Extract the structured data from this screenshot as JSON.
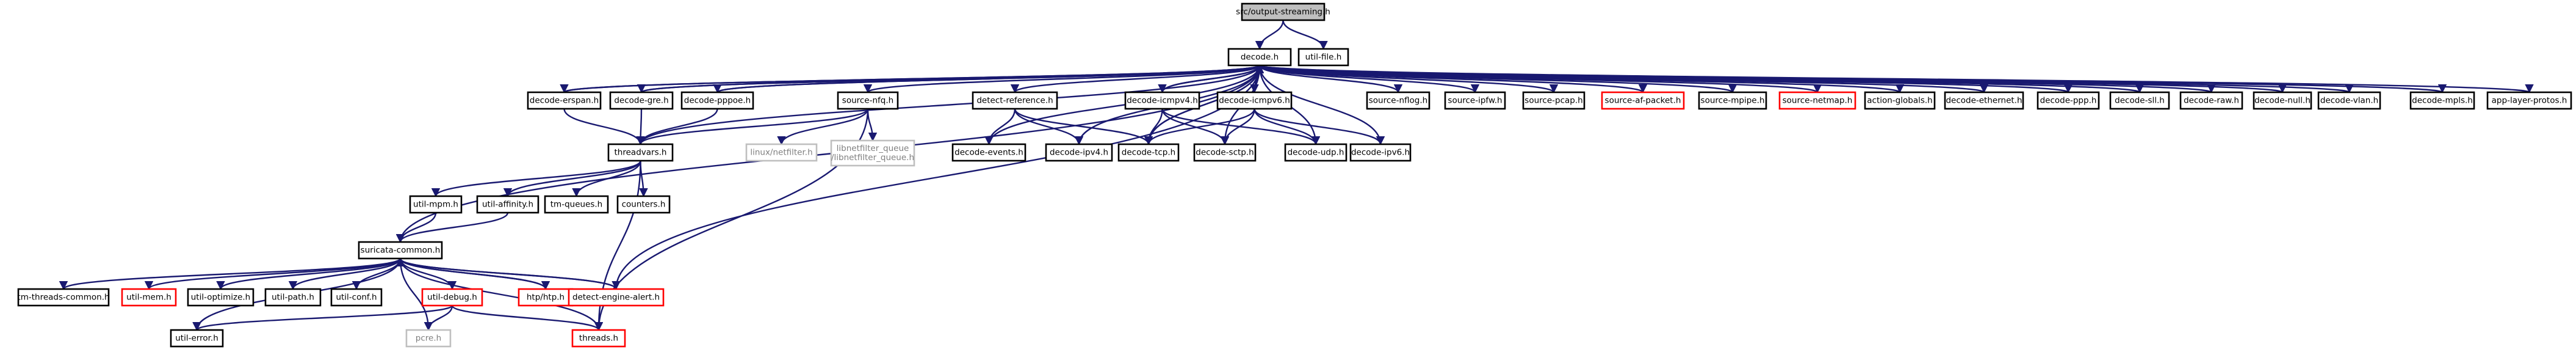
{
  "colors": {
    "edge": "#191970",
    "node_border": "#000000",
    "missing_border": "#ff0000",
    "external_border": "#bfbfbf",
    "external_text": "#7f7f7f",
    "root_fill": "#bfbfbf",
    "node_fill": "#ffffff",
    "text": "#000000"
  },
  "nodes": [
    {
      "id": "root",
      "label": "src/output-streaming.h",
      "kind": "root"
    },
    {
      "id": "decode",
      "label": "decode.h",
      "kind": "normal"
    },
    {
      "id": "utilfile",
      "label": "util-file.h",
      "kind": "normal"
    },
    {
      "id": "erspan",
      "label": "decode-erspan.h",
      "kind": "normal"
    },
    {
      "id": "gre",
      "label": "decode-gre.h",
      "kind": "normal"
    },
    {
      "id": "pppoe",
      "label": "decode-pppoe.h",
      "kind": "normal"
    },
    {
      "id": "nfq",
      "label": "source-nfq.h",
      "kind": "normal"
    },
    {
      "id": "detref",
      "label": "detect-reference.h",
      "kind": "normal"
    },
    {
      "id": "icmpv4",
      "label": "decode-icmpv4.h",
      "kind": "normal"
    },
    {
      "id": "icmpv6",
      "label": "decode-icmpv6.h",
      "kind": "normal"
    },
    {
      "id": "nflog",
      "label": "source-nflog.h",
      "kind": "normal"
    },
    {
      "id": "ipfw",
      "label": "source-ipfw.h",
      "kind": "normal"
    },
    {
      "id": "pcap",
      "label": "source-pcap.h",
      "kind": "normal"
    },
    {
      "id": "afpacket",
      "label": "source-af-packet.h",
      "kind": "missing"
    },
    {
      "id": "mpipe",
      "label": "source-mpipe.h",
      "kind": "normal"
    },
    {
      "id": "netmap",
      "label": "source-netmap.h",
      "kind": "missing"
    },
    {
      "id": "actglob",
      "label": "action-globals.h",
      "kind": "normal"
    },
    {
      "id": "ethernet",
      "label": "decode-ethernet.h",
      "kind": "normal"
    },
    {
      "id": "ppp",
      "label": "decode-ppp.h",
      "kind": "normal"
    },
    {
      "id": "sll",
      "label": "decode-sll.h",
      "kind": "normal"
    },
    {
      "id": "raw",
      "label": "decode-raw.h",
      "kind": "normal"
    },
    {
      "id": "null",
      "label": "decode-null.h",
      "kind": "normal"
    },
    {
      "id": "vlan",
      "label": "decode-vlan.h",
      "kind": "normal"
    },
    {
      "id": "mpls",
      "label": "decode-mpls.h",
      "kind": "normal"
    },
    {
      "id": "applayer",
      "label": "app-layer-protos.h",
      "kind": "normal"
    },
    {
      "id": "threadvars",
      "label": "threadvars.h",
      "kind": "normal"
    },
    {
      "id": "linuxnf",
      "label": "linux/netfilter.h",
      "kind": "external"
    },
    {
      "id": "libnf",
      "label": "libnetfilter_queue\n/libnetfilter_queue.h",
      "kind": "external"
    },
    {
      "id": "devents",
      "label": "decode-events.h",
      "kind": "normal"
    },
    {
      "id": "ipv4",
      "label": "decode-ipv4.h",
      "kind": "normal"
    },
    {
      "id": "tcp",
      "label": "decode-tcp.h",
      "kind": "normal"
    },
    {
      "id": "sctp",
      "label": "decode-sctp.h",
      "kind": "normal"
    },
    {
      "id": "udp",
      "label": "decode-udp.h",
      "kind": "normal"
    },
    {
      "id": "ipv6",
      "label": "decode-ipv6.h",
      "kind": "normal"
    },
    {
      "id": "utilmpm",
      "label": "util-mpm.h",
      "kind": "normal"
    },
    {
      "id": "utilaff",
      "label": "util-affinity.h",
      "kind": "normal"
    },
    {
      "id": "tmqueues",
      "label": "tm-queues.h",
      "kind": "normal"
    },
    {
      "id": "counters",
      "label": "counters.h",
      "kind": "normal"
    },
    {
      "id": "suricata",
      "label": "suricata-common.h",
      "kind": "normal"
    },
    {
      "id": "tmthreads",
      "label": "tm-threads-common.h",
      "kind": "normal"
    },
    {
      "id": "utilmem",
      "label": "util-mem.h",
      "kind": "missing"
    },
    {
      "id": "utilopt",
      "label": "util-optimize.h",
      "kind": "normal"
    },
    {
      "id": "utilpath",
      "label": "util-path.h",
      "kind": "normal"
    },
    {
      "id": "utilconf",
      "label": "util-conf.h",
      "kind": "normal"
    },
    {
      "id": "utildebug",
      "label": "util-debug.h",
      "kind": "missing"
    },
    {
      "id": "htp",
      "label": "htp/htp.h",
      "kind": "missing"
    },
    {
      "id": "detalert",
      "label": "detect-engine-alert.h",
      "kind": "missing"
    },
    {
      "id": "utilerror",
      "label": "util-error.h",
      "kind": "normal"
    },
    {
      "id": "pcre",
      "label": "pcre.h",
      "kind": "external"
    },
    {
      "id": "threads",
      "label": "threads.h",
      "kind": "missing"
    }
  ],
  "edges": [
    [
      "root",
      "decode"
    ],
    [
      "root",
      "utilfile"
    ],
    [
      "decode",
      "erspan"
    ],
    [
      "decode",
      "gre"
    ],
    [
      "decode",
      "pppoe"
    ],
    [
      "decode",
      "nfq"
    ],
    [
      "decode",
      "detref"
    ],
    [
      "decode",
      "icmpv4"
    ],
    [
      "decode",
      "icmpv6"
    ],
    [
      "decode",
      "nflog"
    ],
    [
      "decode",
      "ipfw"
    ],
    [
      "decode",
      "pcap"
    ],
    [
      "decode",
      "afpacket"
    ],
    [
      "decode",
      "mpipe"
    ],
    [
      "decode",
      "netmap"
    ],
    [
      "decode",
      "actglob"
    ],
    [
      "decode",
      "ethernet"
    ],
    [
      "decode",
      "ppp"
    ],
    [
      "decode",
      "sll"
    ],
    [
      "decode",
      "raw"
    ],
    [
      "decode",
      "null"
    ],
    [
      "decode",
      "vlan"
    ],
    [
      "decode",
      "mpls"
    ],
    [
      "decode",
      "applayer"
    ],
    [
      "decode",
      "threadvars"
    ],
    [
      "decode",
      "suricata"
    ],
    [
      "decode",
      "devents"
    ],
    [
      "decode",
      "ipv4"
    ],
    [
      "decode",
      "tcp"
    ],
    [
      "decode",
      "sctp"
    ],
    [
      "decode",
      "udp"
    ],
    [
      "decode",
      "ipv6"
    ],
    [
      "erspan",
      "decode"
    ],
    [
      "gre",
      "decode"
    ],
    [
      "pppoe",
      "decode"
    ],
    [
      "icmpv4",
      "decode"
    ],
    [
      "icmpv6",
      "decode"
    ],
    [
      "tcp",
      "decode"
    ],
    [
      "detalert",
      "decode"
    ],
    [
      "erspan",
      "threadvars"
    ],
    [
      "gre",
      "threadvars"
    ],
    [
      "pppoe",
      "threadvars"
    ],
    [
      "nfq",
      "threadvars"
    ],
    [
      "nfq",
      "linuxnf"
    ],
    [
      "nfq",
      "libnf"
    ],
    [
      "nfq",
      "threads"
    ],
    [
      "detref",
      "devents"
    ],
    [
      "detref",
      "ipv4"
    ],
    [
      "detref",
      "tcp"
    ],
    [
      "icmpv4",
      "tcp"
    ],
    [
      "icmpv4",
      "sctp"
    ],
    [
      "icmpv4",
      "udp"
    ],
    [
      "icmpv6",
      "tcp"
    ],
    [
      "icmpv6",
      "sctp"
    ],
    [
      "icmpv6",
      "udp"
    ],
    [
      "icmpv6",
      "ipv6"
    ],
    [
      "threadvars",
      "utilmpm"
    ],
    [
      "threadvars",
      "utilaff"
    ],
    [
      "threadvars",
      "tmqueues"
    ],
    [
      "threadvars",
      "counters"
    ],
    [
      "threadvars",
      "threads"
    ],
    [
      "utilmpm",
      "suricata"
    ],
    [
      "utilaff",
      "suricata"
    ],
    [
      "suricata",
      "tmthreads"
    ],
    [
      "suricata",
      "utilmem"
    ],
    [
      "suricata",
      "utilopt"
    ],
    [
      "suricata",
      "utilpath"
    ],
    [
      "suricata",
      "utilconf"
    ],
    [
      "suricata",
      "utildebug"
    ],
    [
      "suricata",
      "htp"
    ],
    [
      "suricata",
      "detalert"
    ],
    [
      "suricata",
      "utilerror"
    ],
    [
      "suricata",
      "pcre"
    ],
    [
      "suricata",
      "threads"
    ],
    [
      "utildebug",
      "utilerror"
    ],
    [
      "utildebug",
      "pcre"
    ],
    [
      "utildebug",
      "threads"
    ],
    [
      "detalert",
      "suricata"
    ],
    [
      "htp",
      "suricata"
    ]
  ]
}
